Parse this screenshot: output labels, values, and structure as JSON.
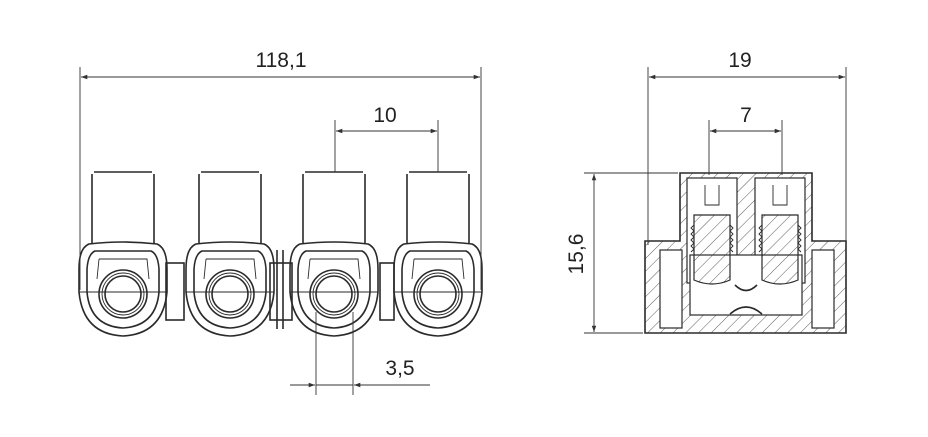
{
  "dimensions": {
    "front_total_width": "118,1",
    "front_pitch": "10",
    "front_hole_diameter": "3,5",
    "side_width": "19",
    "side_screw_spacing": "7",
    "side_height": "15,6"
  },
  "colors": {
    "line": "#2a2a2a",
    "background": "#ffffff"
  }
}
